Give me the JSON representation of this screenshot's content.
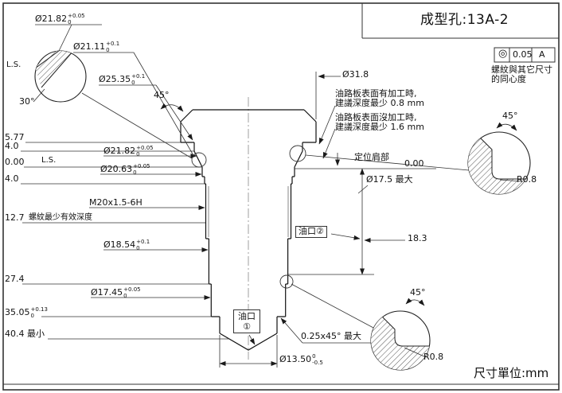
{
  "title": "成型孔:13A-2",
  "unit_label": "尺寸單位:mm",
  "tol_frame": {
    "symbol": "◎",
    "value": "0.05",
    "datum": "A",
    "note1": "螺紋與其它尺寸",
    "note2": "的同心度"
  },
  "ordinates": [
    {
      "text": "5.77"
    },
    {
      "text": "4.0"
    },
    {
      "text": "0.00"
    },
    {
      "text": "4.0"
    },
    {
      "text": "12.7"
    },
    {
      "text": "27.4"
    },
    {
      "text": "35.05",
      "sup": "+0.13",
      "sub": "0"
    },
    {
      "text": "40.4 最小"
    }
  ],
  "dims": {
    "d2182_top": {
      "text": "Ø21.82",
      "sup": "+0.05",
      "sub": "0"
    },
    "d2111": {
      "text": "Ø21.11",
      "sup": "+0.1",
      "sub": "0"
    },
    "d2535": {
      "text": "Ø25.35",
      "sup": "+0.1",
      "sub": "0"
    },
    "d2182": {
      "text": "Ø21.82",
      "sup": "+0.05",
      "sub": "0"
    },
    "d2063": {
      "text": "Ø20.63",
      "sup": "+0.05",
      "sub": "0"
    },
    "d1854": {
      "text": "Ø18.54",
      "sup": "+0.1",
      "sub": "0"
    },
    "d1745": {
      "text": "Ø17.45",
      "sup": "+0.05",
      "sub": "0"
    },
    "d1350": {
      "text": "Ø13.50",
      "sup": "0",
      "sub": "-0.5"
    },
    "d318": "Ø31.8",
    "d175": "Ø17.5 最大",
    "dist183": "18.3",
    "thread": "M20x1.5-6H",
    "chamfer_top": "45°",
    "chamfer_bottom": "0.25x45° 最大"
  },
  "notes": {
    "thread_depth": "螺紋最少有效深度",
    "oil1a": "油路板表面有加工時,",
    "oil1b": "建議深度最少 0.8 mm",
    "oil2a": "油路板表面沒加工時,",
    "oil2b": "建議深度最少 1.6 mm",
    "shoulder": "定位肩部",
    "zero_right": "0.00"
  },
  "labels": {
    "ls_detail": "L.S.",
    "ls_main": "L.S.",
    "angle30": "30°",
    "port2": "油口②",
    "port1_top": "油口",
    "port1_num": "①",
    "mid_angle": "45°",
    "mid_radius": "R0.8",
    "bot_angle": "45°",
    "bot_radius": "R0.8"
  }
}
